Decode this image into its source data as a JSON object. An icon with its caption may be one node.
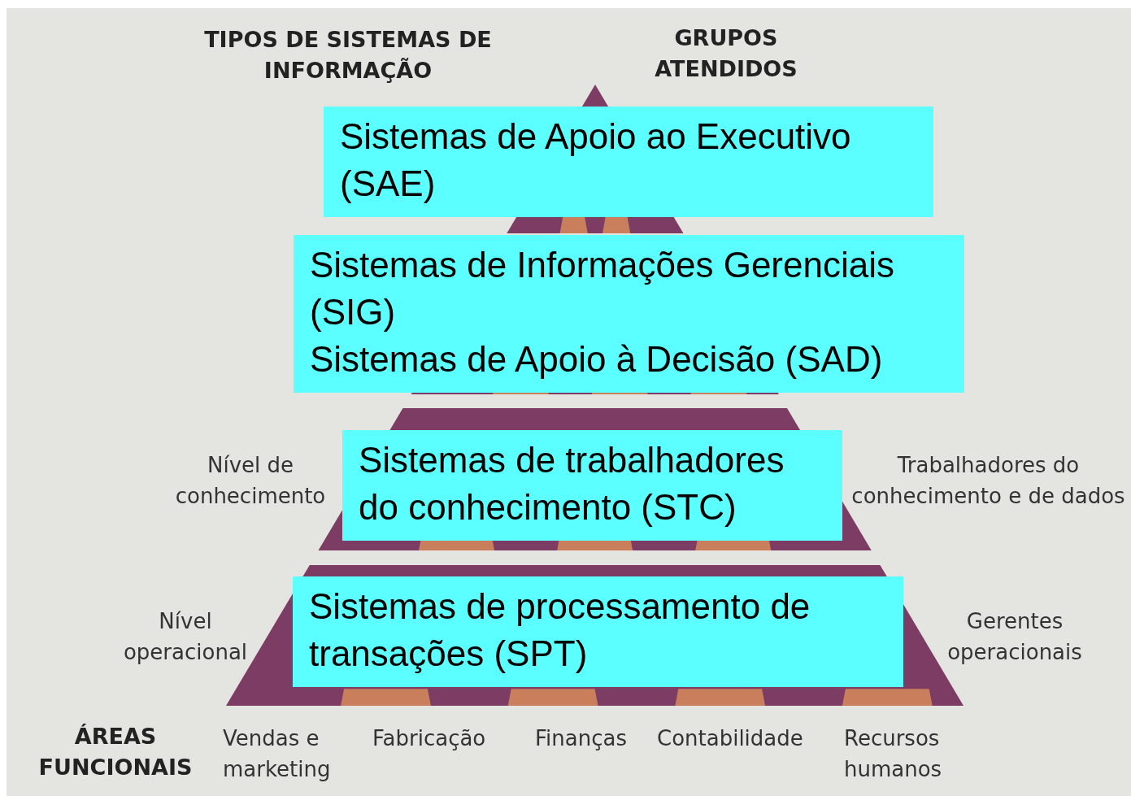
{
  "diagram": {
    "nodes": [
      {
        "text": [
          "Sistemas de Apoio ao Executivo (SAE)"
        ]
      },
      {
        "text": [
          "Sistemas de Informações Gerenciais (SIG)",
          "Sistemas de Apoio à Decisão (SAD)"
        ]
      },
      {
        "text": [
          "Sistemas de trabalhadores do conhecimento (STC)"
        ]
      },
      {
        "text": [
          "Sistemas de processamento de transações (SPT)"
        ]
      }
    ],
    "edges": [],
    "labels": [
      "TIPOS DE SISTEMAS DE INFORMAÇÃO",
      "GRUPOS ATENDIDOS",
      "Nível de conhecimento",
      "Trabalhadores do conhecimento e de dados",
      "Nível operacional",
      "Gerentes operacionais",
      "ÁREAS FUNCIONAIS",
      "Vendas e marketing",
      "Fabricação",
      "Finanças",
      "Contabilidade",
      "Recursos humanos"
    ]
  }
}
